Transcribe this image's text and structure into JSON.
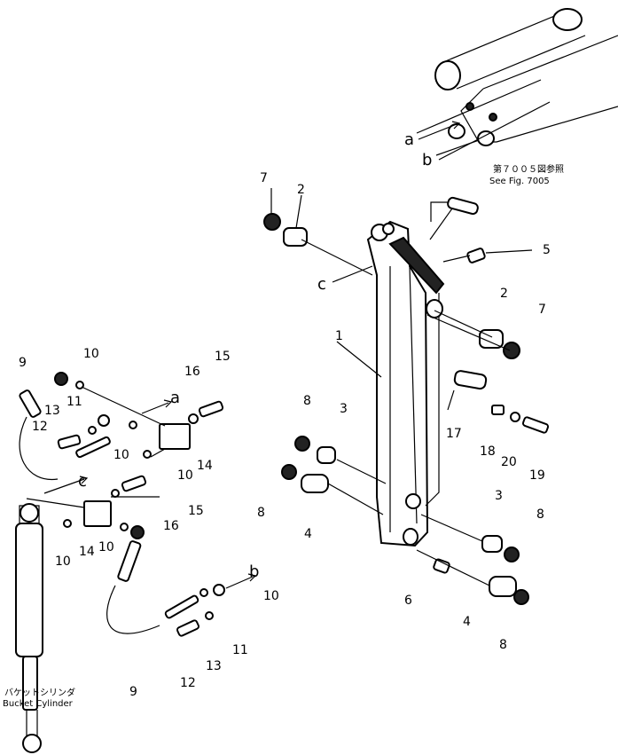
{
  "callouts": {
    "n1": "1",
    "n2a": "2",
    "n2b": "2",
    "n3a": "3",
    "n3b": "3",
    "n4a": "4",
    "n4b": "4",
    "n5": "5",
    "n6": "6",
    "n7a": "7",
    "n7b": "7",
    "n8a": "8",
    "n8b": "8",
    "n8c": "8",
    "n8d": "8",
    "n9a": "9",
    "n9b": "9",
    "n10a": "10",
    "n10b": "10",
    "n10c": "10",
    "n10d": "10",
    "n10e": "10",
    "n10f": "10",
    "n11a": "11",
    "n11b": "11",
    "n12a": "12",
    "n12b": "12",
    "n13a": "13",
    "n13b": "13",
    "n14a": "14",
    "n14b": "14",
    "n15a": "15",
    "n15b": "15",
    "n16a": "16",
    "n16b": "16",
    "n17": "17",
    "n18": "18",
    "n19": "19",
    "n20": "20"
  },
  "refs": {
    "a_top": "a",
    "b_top": "b",
    "c_top": "c",
    "a_left": "a",
    "c_left": "c",
    "b_left": "b"
  },
  "captions": {
    "see_fig_jp": "第７００５図参照",
    "see_fig_en": "See Fig. 7005",
    "bucket_jp": "バケットシリンダ",
    "bucket_en": "Bucket Cylinder"
  }
}
